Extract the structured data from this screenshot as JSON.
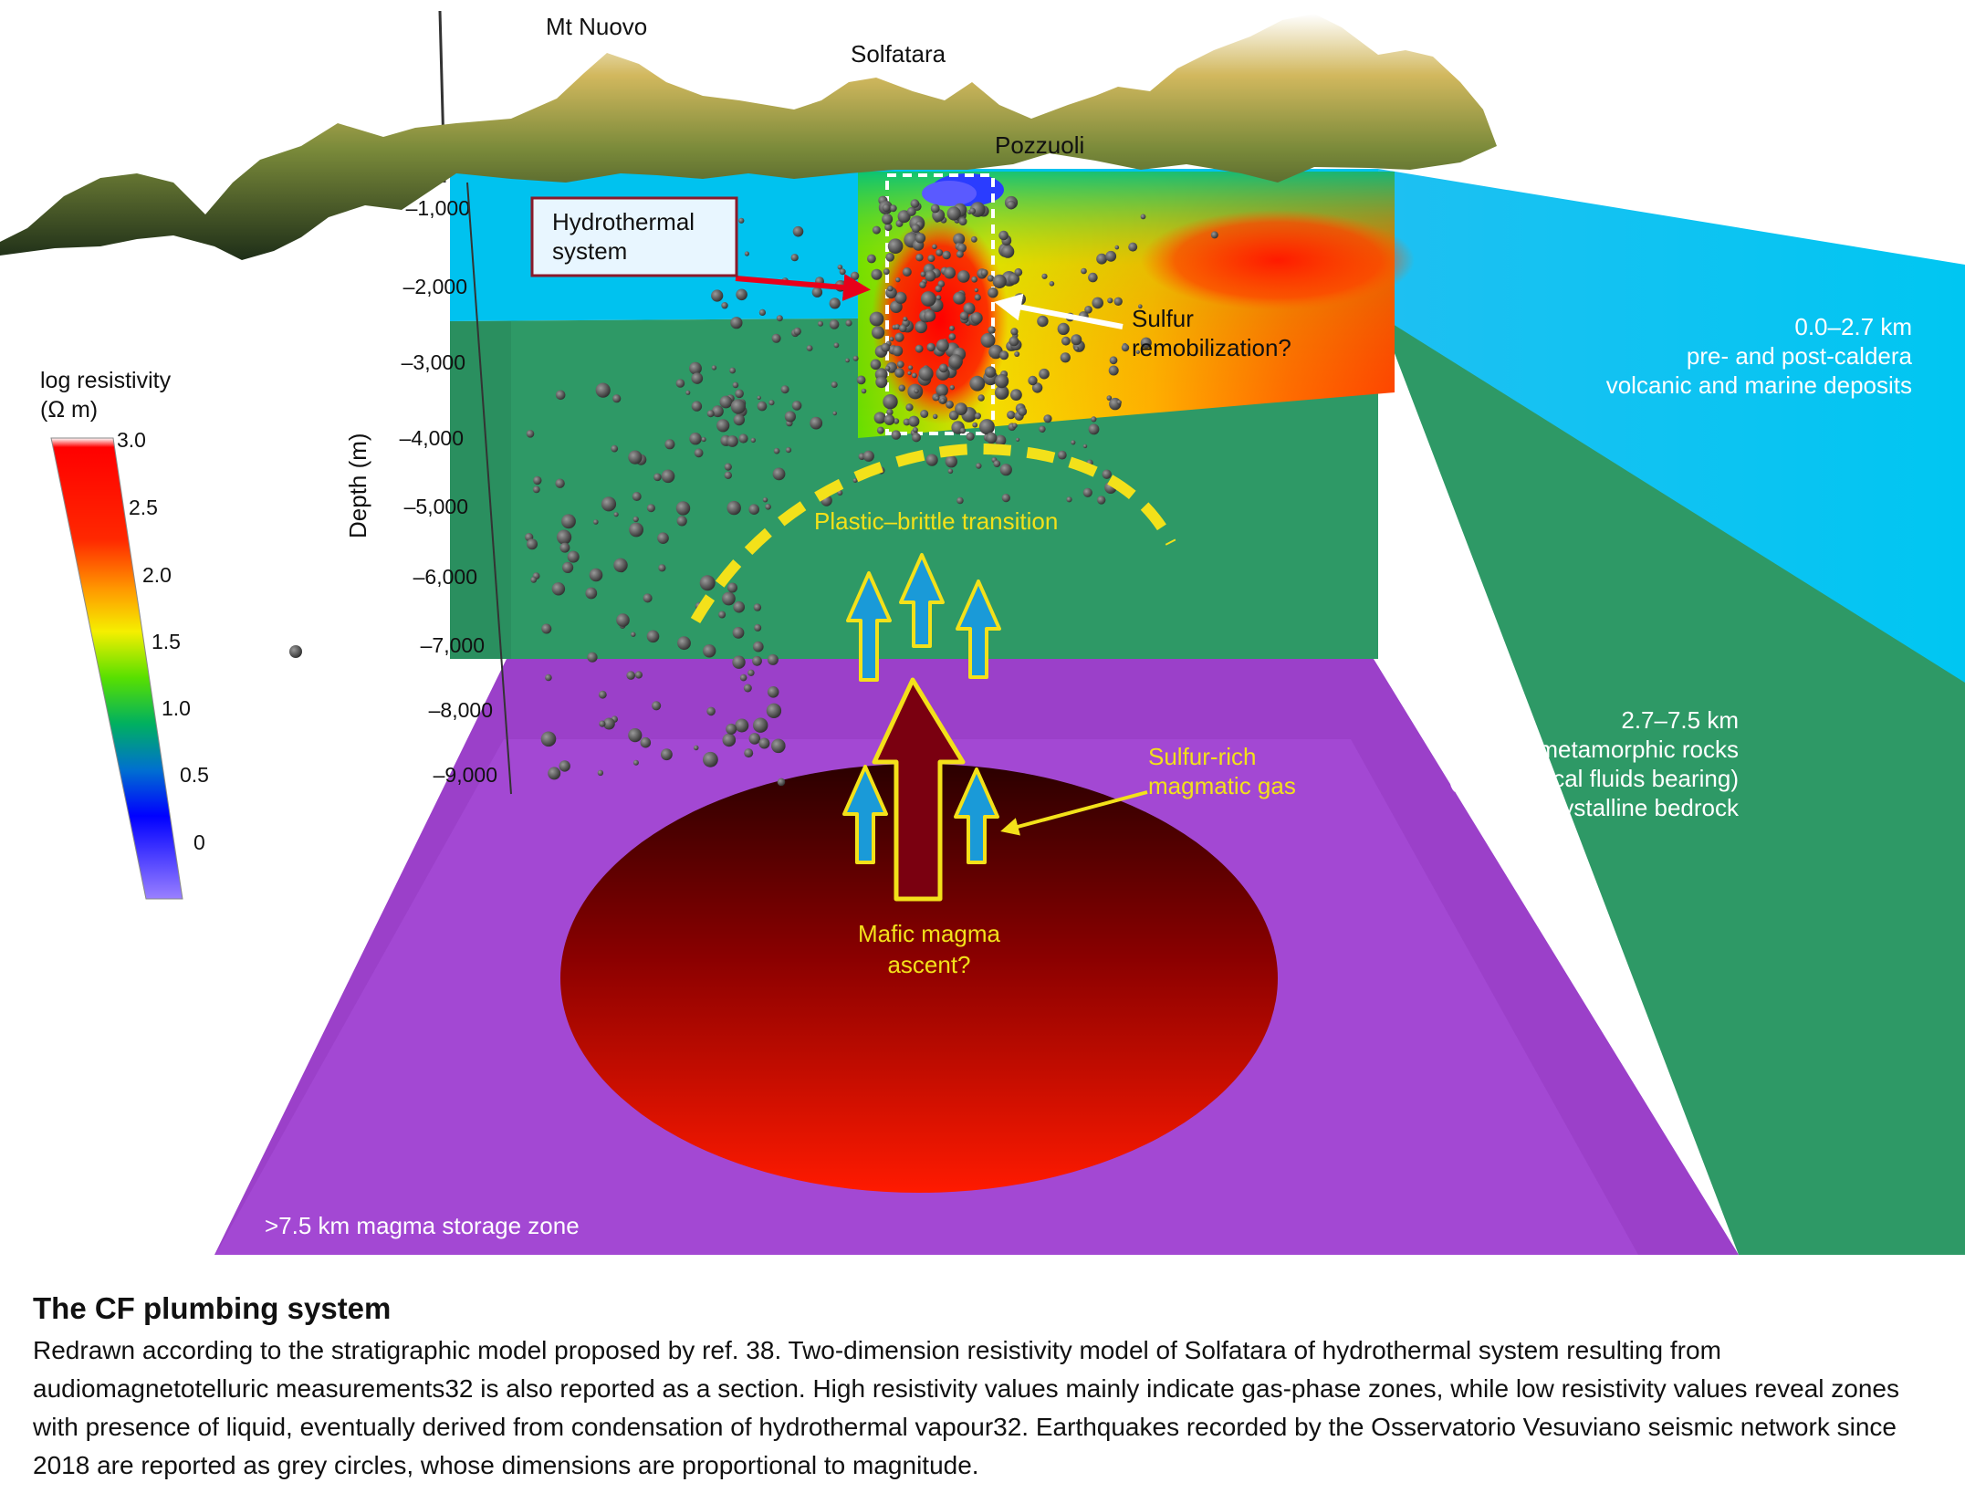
{
  "places": {
    "mt_nuovo": "Mt Nuovo",
    "solfatara": "Solfatara",
    "pozzuoli": "Pozzuoli"
  },
  "callouts": {
    "hydrothermal_line1": "Hydrothermal",
    "hydrothermal_line2": "system",
    "sulfur_remob_line1": "Sulfur",
    "sulfur_remob_line2": "remobilization?",
    "plastic_brittle": "Plastic–brittle transition",
    "sulfur_gas_line1": "Sulfur-rich",
    "sulfur_gas_line2": "magmatic gas",
    "mafic_line1": "Mafic magma",
    "mafic_line2": "ascent?"
  },
  "layers": {
    "top": {
      "range": "0.0–2.7 km",
      "line1": "pre- and post-caldera",
      "line2": "volcanic and marine deposits"
    },
    "middle": {
      "range": "2.7–7.5 km",
      "line1": "thermo-metamorphic rocks",
      "line2": "(supercritical fluids bearing)",
      "line3": "and crystalline bedrock"
    },
    "bottom": {
      "label": ">7.5 km magma storage zone"
    }
  },
  "depth_axis": {
    "title": "Depth (m)",
    "ticks": [
      "–1,000",
      "–2,000",
      "–3,000",
      "–4,000",
      "–5,000",
      "–6,000",
      "–7,000",
      "–8,000",
      "–9,000"
    ]
  },
  "colorbar": {
    "title_line1": "log resistivity",
    "title_line2": "(Ω m)",
    "ticks": [
      "3.0",
      "2.5",
      "2.0",
      "1.5",
      "1.0",
      "0.5",
      "0"
    ]
  },
  "colors": {
    "shallow_layer": "#00c3f0",
    "middle_layer": "#2e9966",
    "deep_layer": "#9a40c8",
    "magma": "#c00000",
    "dashed_transition": "#f3e11a"
  },
  "caption": {
    "title": "The CF plumbing system",
    "body": "Redrawn according to the stratigraphic model proposed by ref. 38. Two-dimension resistivity model of Solfatara of hydrothermal system resulting from audiomagnetotelluric measurements32 is also reported as a section. High resistivity values mainly indicate gas-phase zones, while low resistivity values reveal zones with presence of liquid, eventually derived from condensation of hydrothermal vapour32. Earthquakes recorded by the Osservatorio Vesuviano seismic network since 2018 are reported as grey circles, whose dimensions are proportional to magnitude."
  }
}
